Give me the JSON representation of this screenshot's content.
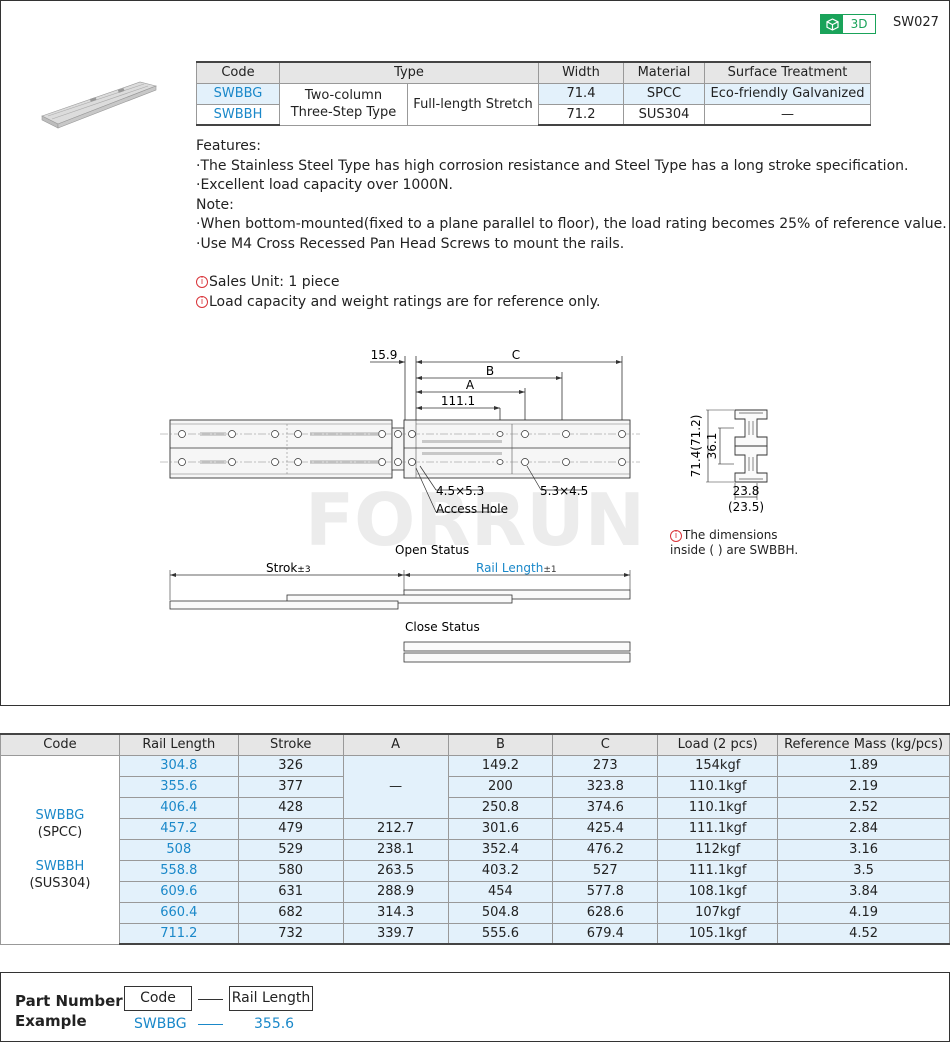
{
  "header": {
    "badge": "3D",
    "series_code": "SW027"
  },
  "spec_table": {
    "headers": {
      "code": "Code",
      "type": "Type",
      "width": "Width",
      "material": "Material",
      "surface": "Surface Treatment"
    },
    "type_col1": "Two-column\nThree-Step Type",
    "type_col2": "Full-length Stretch",
    "rows": [
      {
        "code": "SWBBG",
        "width": "71.4",
        "material": "SPCC",
        "surface": "Eco-friendly Galvanized"
      },
      {
        "code": "SWBBH",
        "width": "71.2",
        "material": "SUS304",
        "surface": "—"
      }
    ]
  },
  "features": {
    "title": "Features:",
    "items": [
      "·The Stainless Steel Type has high corrosion resistance and Steel Type has a long stroke specification.",
      "·Excellent load capacity over 1000N."
    ],
    "note_title": "Note:",
    "notes": [
      "·When bottom-mounted(fixed to a plane parallel to floor), the load rating becomes 25% of reference value.",
      "·Use M4  Cross Recessed Pan Head Screws to mount the rails."
    ]
  },
  "info": [
    "Sales Unit: 1 piece",
    "Load capacity and weight ratings are for reference only."
  ],
  "drawing": {
    "dim_159": "15.9",
    "dim_c": "C",
    "dim_b": "B",
    "dim_a": "A",
    "dim_1111": "111.1",
    "hole1": "4.5×5.3",
    "hole2": "5.3×4.5",
    "access_hole": "Access Hole",
    "open_status": "Open Status",
    "close_status": "Close Status",
    "stroke_label": "Strok",
    "stroke_tol": "±3",
    "rail_label": "Rail Length",
    "rail_tol": "±1",
    "section_h": "71.4(71.2)",
    "section_mid": "36.1",
    "section_w1": "23.8",
    "section_w2": "(23.5)",
    "dim_note_1": "The dimensions",
    "dim_note_2": "inside (  ) are SWBBH.",
    "watermark": "FORRUN"
  },
  "data_table": {
    "headers": [
      "Code",
      "Rail Length",
      "Stroke",
      "A",
      "B",
      "C",
      "Load (2 pcs)",
      "Reference Mass (kg/pcs)"
    ],
    "code_g": "SWBBG",
    "code_g_mat": "(SPCC)",
    "code_h": "SWBBH",
    "code_h_mat": "(SUS304)",
    "a_dash": "—",
    "rows": [
      {
        "rail": "304.8",
        "stroke": "326",
        "a": "",
        "b": "149.2",
        "c": "273",
        "load": "154kgf",
        "mass": "1.89"
      },
      {
        "rail": "355.6",
        "stroke": "377",
        "a": "",
        "b": "200",
        "c": "323.8",
        "load": "110.1kgf",
        "mass": "2.19"
      },
      {
        "rail": "406.4",
        "stroke": "428",
        "a": "",
        "b": "250.8",
        "c": "374.6",
        "load": "110.1kgf",
        "mass": "2.52"
      },
      {
        "rail": "457.2",
        "stroke": "479",
        "a": "212.7",
        "b": "301.6",
        "c": "425.4",
        "load": "111.1kgf",
        "mass": "2.84"
      },
      {
        "rail": "508",
        "stroke": "529",
        "a": "238.1",
        "b": "352.4",
        "c": "476.2",
        "load": "112kgf",
        "mass": "3.16"
      },
      {
        "rail": "558.8",
        "stroke": "580",
        "a": "263.5",
        "b": "403.2",
        "c": "527",
        "load": "111.1kgf",
        "mass": "3.5"
      },
      {
        "rail": "609.6",
        "stroke": "631",
        "a": "288.9",
        "b": "454",
        "c": "577.8",
        "load": "108.1kgf",
        "mass": "3.84"
      },
      {
        "rail": "660.4",
        "stroke": "682",
        "a": "314.3",
        "b": "504.8",
        "c": "628.6",
        "load": "107kgf",
        "mass": "4.19"
      },
      {
        "rail": "711.2",
        "stroke": "732",
        "a": "339.7",
        "b": "555.6",
        "c": "679.4",
        "load": "105.1kgf",
        "mass": "4.52"
      }
    ]
  },
  "part_number": {
    "title_1": "Part Number",
    "title_2": "Example",
    "box1": "Code",
    "box2": "Rail Length",
    "val1": "SWBBG",
    "val2": "355.6"
  }
}
